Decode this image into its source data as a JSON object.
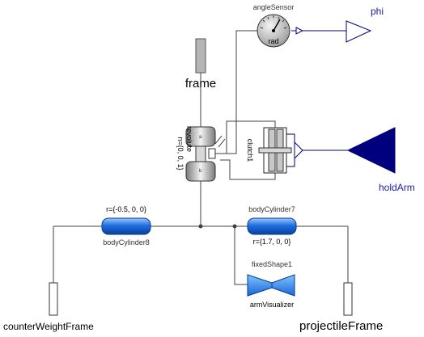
{
  "colors": {
    "wire": "#404040",
    "signal": "#00007f",
    "blue_fill": "#00007f",
    "cylinder": "#1a66d6",
    "frame_grey": "#b5b5b5"
  },
  "components": {
    "frame": {
      "label": "frame"
    },
    "revolute": {
      "label": "revolute",
      "param": "n={0, 0, 1}"
    },
    "angle_sensor": {
      "name": "angleSensor",
      "unit": "rad"
    },
    "phi": {
      "label": "phi"
    },
    "clutch": {
      "label": "clutch1"
    },
    "hold_arm": {
      "label": "holdArm"
    },
    "body_cylinder8": {
      "name": "bodyCylinder8",
      "param": "r={-0.5, 0, 0}"
    },
    "body_cylinder7": {
      "name": "bodyCylinder7",
      "param": "r={1.7, 0, 0}"
    },
    "fixed_shape": {
      "name": "fixedShape1",
      "label": "armVisualizer"
    },
    "counter_weight_frame": {
      "label": "counterWeightFrame"
    },
    "projectile_frame": {
      "label": "projectileFrame"
    }
  }
}
